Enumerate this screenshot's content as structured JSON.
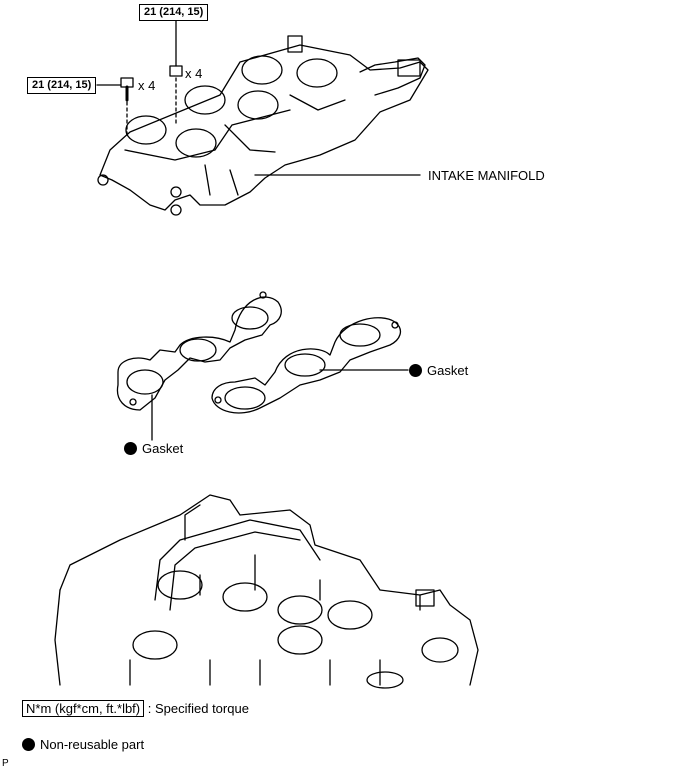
{
  "labels": {
    "torque_top": "21 (214, 15)",
    "torque_left": "21 (214, 15)",
    "qty_top": "x 4",
    "qty_left": "x 4",
    "intake_manifold": "INTAKE MANIFOLD",
    "gasket_right": "Gasket",
    "gasket_left": "Gasket"
  },
  "legend": {
    "torque_unit": "N*m (kgf*cm, ft.*lbf)",
    "torque_desc": ": Specified torque",
    "non_reusable": "Non-reusable part"
  },
  "footer": {
    "code": "P"
  }
}
